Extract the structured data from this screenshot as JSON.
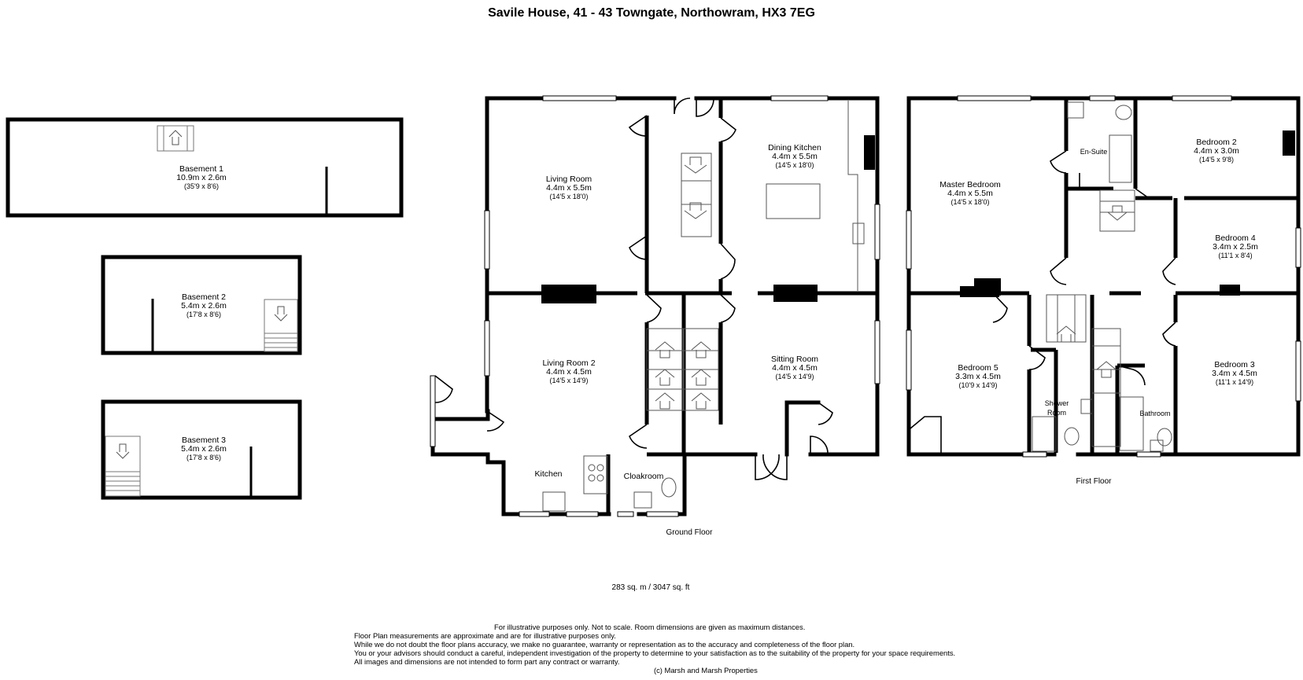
{
  "title": "Savile House, 41 - 43 Towngate, Northowram, HX3 7EG",
  "basements": [
    {
      "name": "Basement 1",
      "metric": "10.9m x 2.6m",
      "imperial": "(35'9 x 8'6)"
    },
    {
      "name": "Basement 2",
      "metric": "5.4m x 2.6m",
      "imperial": "(17'8 x 8'6)"
    },
    {
      "name": "Basement 3",
      "metric": "5.4m x 2.6m",
      "imperial": "(17'8 x 8'6)"
    }
  ],
  "ground_floor": {
    "label": "Ground Floor",
    "rooms": {
      "living_room": {
        "name": "Living Room",
        "metric": "4.4m x 5.5m",
        "imperial": "(14'5 x 18'0)"
      },
      "dining_kitchen": {
        "name": "Dining Kitchen",
        "metric": "4.4m x 5.5m",
        "imperial": "(14'5 x 18'0)"
      },
      "living_room_2": {
        "name": "Living Room 2",
        "metric": "4.4m x 4.5m",
        "imperial": "(14'5 x 14'9)"
      },
      "sitting_room": {
        "name": "Sitting Room",
        "metric": "4.4m x 4.5m",
        "imperial": "(14'5 x 14'9)"
      },
      "kitchen": {
        "name": "Kitchen"
      },
      "cloakroom": {
        "name": "Cloakroom"
      }
    }
  },
  "first_floor": {
    "label": "First Floor",
    "rooms": {
      "master_bedroom": {
        "name": "Master Bedroom",
        "metric": "4.4m x 5.5m",
        "imperial": "(14'5 x 18'0)"
      },
      "en_suite": {
        "name": "En-Suite"
      },
      "bedroom_2": {
        "name": "Bedroom 2",
        "metric": "4.4m x 3.0m",
        "imperial": "(14'5 x 9'8)"
      },
      "bedroom_4": {
        "name": "Bedroom 4",
        "metric": "3.4m x 2.5m",
        "imperial": "(11'1 x 8'4)"
      },
      "bedroom_5": {
        "name": "Bedroom 5",
        "metric": "3.3m x 4.5m",
        "imperial": "(10'9 x 14'9)"
      },
      "shower_room": {
        "line1": "Shower",
        "line2": "Room"
      },
      "bathroom": {
        "name": "Bathroom"
      },
      "bedroom_3": {
        "name": "Bedroom 3",
        "metric": "3.4m x 4.5m",
        "imperial": "(11'1 x 14'9)"
      }
    }
  },
  "area": "283 sq. m  / 3047 sq. ft",
  "disclaimer": {
    "line1": "For illustrative purposes only.  Not to scale.  Room dimensions are given as maximum distances.",
    "line2": "Floor Plan measurements are approximate and are for illustrative purposes only.",
    "line3": "While we do not doubt the floor plans accuracy, we make no guarantee, warranty or representation as to the accuracy and completeness of the floor plan.",
    "line4": "You or your advisors should conduct a careful, independent investigation of the property to determine to your satisfaction as to the suitability of the property for your space requirements.",
    "line5": " All images and dimensions are not intended to form part any contract or warranty.",
    "line6": "(c) Marsh and Marsh Properties"
  }
}
